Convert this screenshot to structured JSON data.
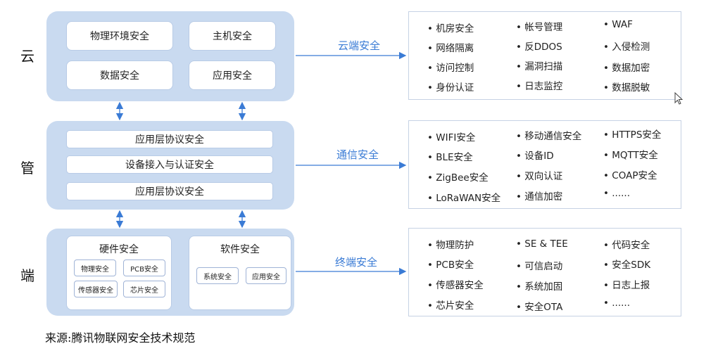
{
  "layers": {
    "cloud": {
      "label": "云",
      "boxes": [
        "物理环境安全",
        "主机安全",
        "数据安全",
        "应用安全"
      ],
      "arrow_label": "云端安全",
      "items": [
        "机房安全",
        "网络隔离",
        "访问控制",
        "身份认证",
        "帐号管理",
        "反DDOS",
        "漏洞扫描",
        "日志监控",
        "WAF",
        "入侵检测",
        "数据加密",
        "数据脱敏"
      ]
    },
    "pipe": {
      "label": "管",
      "bars": [
        "应用层协议安全",
        "设备接入与认证安全",
        "应用层协议安全"
      ],
      "arrow_label": "通信安全",
      "items": [
        "WIFI安全",
        "BLE安全",
        "ZigBee安全",
        "LoRaWAN安全",
        "移动通信安全",
        "设备ID",
        "双向认证",
        "通信加密",
        "HTTPS安全",
        "MQTT安全",
        "COAP安全",
        "......"
      ]
    },
    "edge": {
      "label": "端",
      "hardware": {
        "title": "硬件安全",
        "chips": [
          "物理安全",
          "PCB安全",
          "传感器安全",
          "芯片安全"
        ]
      },
      "software": {
        "title": "软件安全",
        "chips": [
          "系统安全",
          "应用安全"
        ]
      },
      "arrow_label": "终端安全",
      "items": [
        "物理防护",
        "PCB安全",
        "传感器安全",
        "芯片安全",
        "SE & TEE",
        "可信启动",
        "系统加固",
        "安全OTA",
        "代码安全",
        "安全SDK",
        "日志上报",
        "......"
      ]
    }
  },
  "source": "来源:腾讯物联网安全技术规范",
  "colors": {
    "layer_bg": "#c9daf0",
    "box_border": "#b8cbe6",
    "arrow": "#3a7bd5",
    "panel_border": "#c6d2e4"
  }
}
